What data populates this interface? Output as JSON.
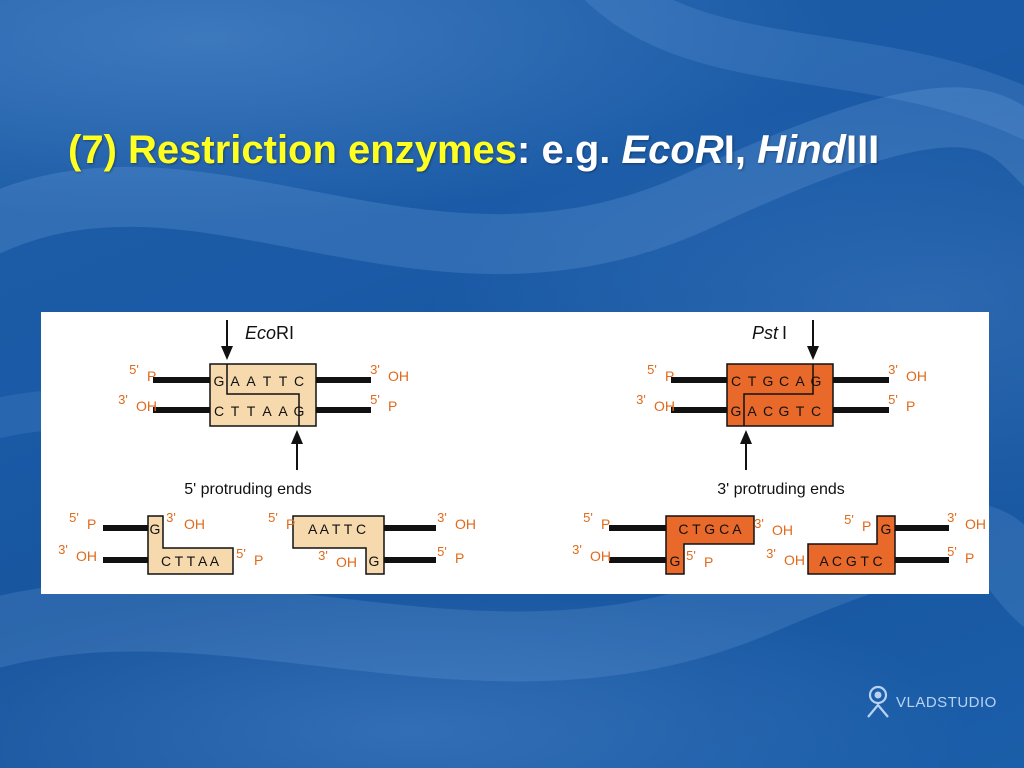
{
  "slide": {
    "title": {
      "part1": "(7) Restriction enzymes",
      "part2": ": e.g. ",
      "part3": "EcoR",
      "part4": "I, ",
      "part5": "Hind",
      "part6": "III"
    },
    "brand": "VLADSTUDIO"
  },
  "diagram": {
    "colors": {
      "light_box": "#f6d9ad",
      "dark_box": "#e8692a",
      "strand": "#111111",
      "end_label": "#e06a1a"
    },
    "ecori": {
      "enzyme_italic": "Eco",
      "enzyme_rest": "RI",
      "top_seq": [
        "G",
        "A",
        "A",
        "T",
        "T",
        "C"
      ],
      "bottom_seq": [
        "C",
        "T",
        "T",
        "A",
        "A",
        "G"
      ],
      "caption": "5' protruding ends",
      "frag_left_top": "G",
      "frag_left_bottom": "C T T A A",
      "frag_right_top": "A A T T C",
      "frag_right_bottom": "G"
    },
    "psti": {
      "enzyme_italic": "Pst",
      "enzyme_rest": "I",
      "top_seq": [
        "C",
        "T",
        "G",
        "C",
        "A",
        "G"
      ],
      "bottom_seq": [
        "G",
        "A",
        "C",
        "G",
        "T",
        "C"
      ],
      "caption": "3' protruding ends",
      "frag_left_top": "C T G C A",
      "frag_left_bottom": "G",
      "frag_right_top": "G",
      "frag_right_bottom": "A C G T C"
    },
    "ends": {
      "five_prime": "5'",
      "three_prime": "3'",
      "phosphate": "P",
      "hydroxyl": "OH"
    }
  }
}
